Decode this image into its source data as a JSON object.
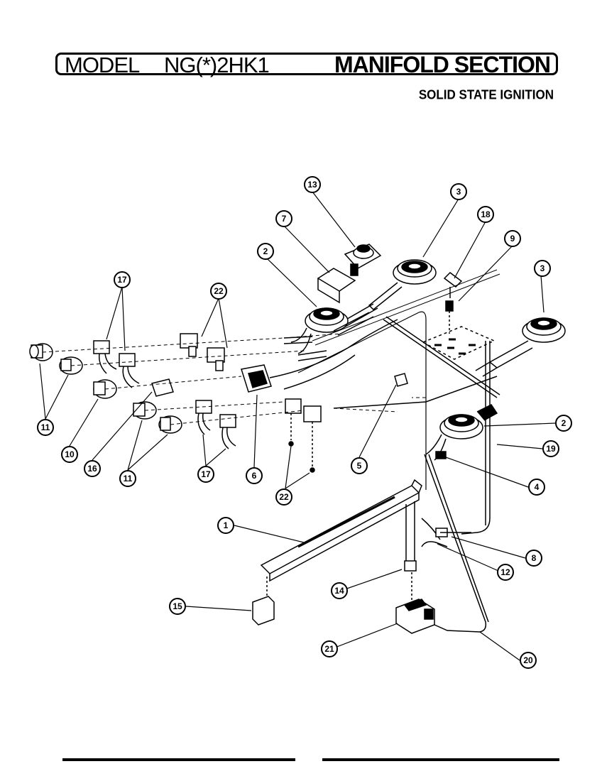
{
  "header": {
    "model_label": "MODEL",
    "model_code": "NG(*)2HK1",
    "section_title": "MANIFOLD SECTION",
    "subtitle": "SOLID STATE IGNITION"
  },
  "colors": {
    "ink": "#000000",
    "paper": "#ffffff"
  },
  "callouts": [
    {
      "id": "c13a",
      "label": "13"
    },
    {
      "id": "c3a",
      "label": "3"
    },
    {
      "id": "c18a",
      "label": "18"
    },
    {
      "id": "c9a",
      "label": "9"
    },
    {
      "id": "c7a",
      "label": "7"
    },
    {
      "id": "c2a",
      "label": "2"
    },
    {
      "id": "c3b",
      "label": "3"
    },
    {
      "id": "c17a",
      "label": "17"
    },
    {
      "id": "c22a",
      "label": "22"
    },
    {
      "id": "c11a",
      "label": "11"
    },
    {
      "id": "c10a",
      "label": "10"
    },
    {
      "id": "c16a",
      "label": "16"
    },
    {
      "id": "c11b",
      "label": "11"
    },
    {
      "id": "c17b",
      "label": "17"
    },
    {
      "id": "c6a",
      "label": "6"
    },
    {
      "id": "c22b",
      "label": "22"
    },
    {
      "id": "c5a",
      "label": "5"
    },
    {
      "id": "c2b",
      "label": "2"
    },
    {
      "id": "c19a",
      "label": "19"
    },
    {
      "id": "c4a",
      "label": "4"
    },
    {
      "id": "c1a",
      "label": "1"
    },
    {
      "id": "c8a",
      "label": "8"
    },
    {
      "id": "c12a",
      "label": "12"
    },
    {
      "id": "c14a",
      "label": "14"
    },
    {
      "id": "c15a",
      "label": "15"
    },
    {
      "id": "c21a",
      "label": "21"
    },
    {
      "id": "c20a",
      "label": "20"
    }
  ]
}
